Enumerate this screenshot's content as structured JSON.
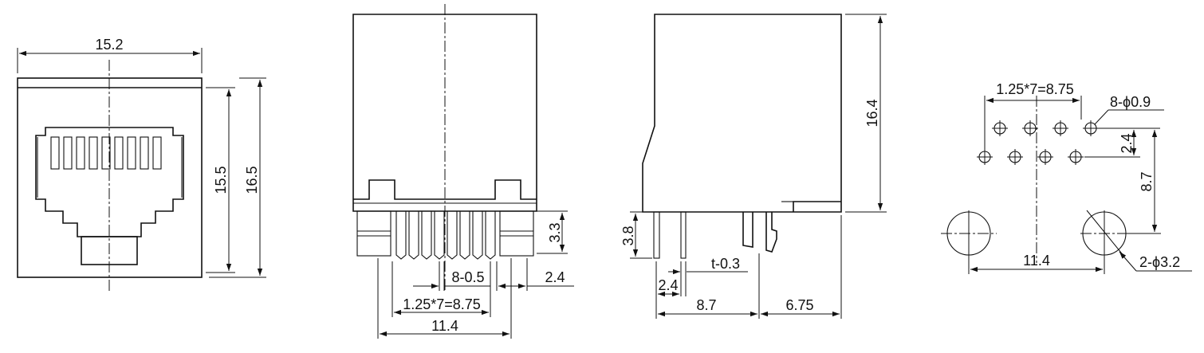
{
  "views": {
    "front": {
      "width_label": "15.2",
      "inner_height_label": "15.5",
      "outer_height_label": "16.5"
    },
    "bottom": {
      "pin_width_label": "8-0.5",
      "pin_spacing_label": "2.4",
      "pitch_label": "1.25*7=8.75",
      "total_width_label": "11.4",
      "pin_height_label": "3.3"
    },
    "side": {
      "height_label": "16.4",
      "pin_length_label": "3.8",
      "thickness_label": "t-0.3",
      "offset_label": "2.4",
      "depth_label": "8.7",
      "back_label": "6.75"
    },
    "footprint": {
      "pitch_label": "1.25*7=8.75",
      "hole_label": "8-ϕ0.9",
      "row_spacing_label": "2.4",
      "vertical_label": "8.7",
      "mount_spacing_label": "11.4",
      "mount_hole_label": "2-ϕ3.2"
    }
  }
}
